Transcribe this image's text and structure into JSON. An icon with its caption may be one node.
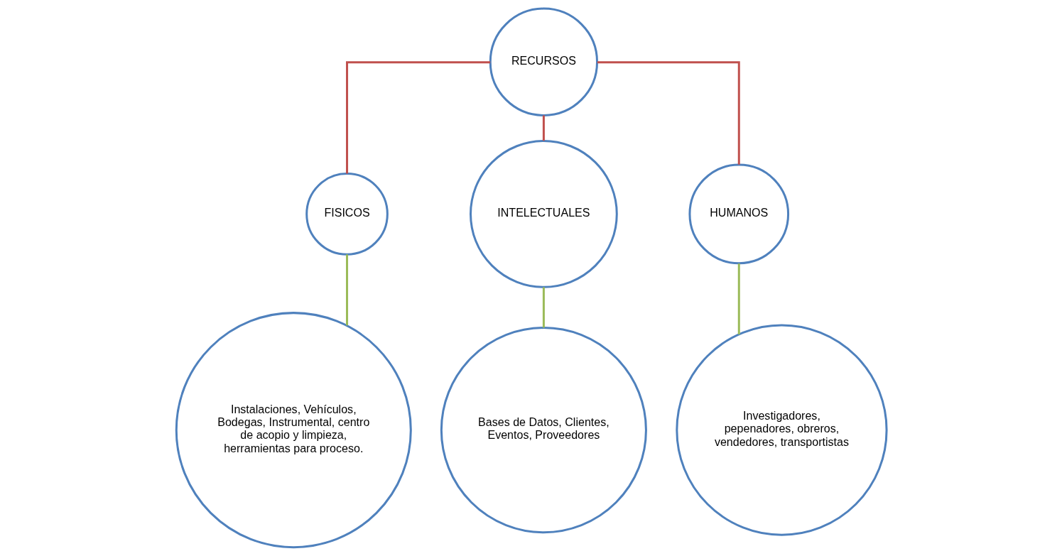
{
  "diagram": {
    "nodes": [
      {
        "text": [
          "RECURSOS"
        ]
      },
      {
        "text": [
          "FISICOS"
        ]
      },
      {
        "text": [
          "INTELECTUALES"
        ]
      },
      {
        "text": [
          "HUMANOS"
        ]
      },
      {
        "text": [
          "Instalaciones, Vehículos, Bodegas, Instrumental, centro de acopio y limpieza, herramientas para proceso."
        ]
      },
      {
        "text": [
          "Bases de Datos, Clientes, Eventos, Proveedores"
        ]
      },
      {
        "text": [
          "Investigadores, pepenadores, obreros, vendedores, transportistas"
        ]
      }
    ],
    "edges": [
      {
        "from": 0,
        "to": 1,
        "arrow": "none",
        "color": "#c0504d"
      },
      {
        "from": 0,
        "to": 2,
        "arrow": "none",
        "color": "#c0504d"
      },
      {
        "from": 0,
        "to": 3,
        "arrow": "none",
        "color": "#c0504d"
      },
      {
        "from": 1,
        "to": 4,
        "arrow": "none",
        "color": "#9bbb59"
      },
      {
        "from": 2,
        "to": 5,
        "arrow": "none",
        "color": "#9bbb59"
      },
      {
        "from": 3,
        "to": 6,
        "arrow": "none",
        "color": "#9bbb59"
      }
    ]
  }
}
